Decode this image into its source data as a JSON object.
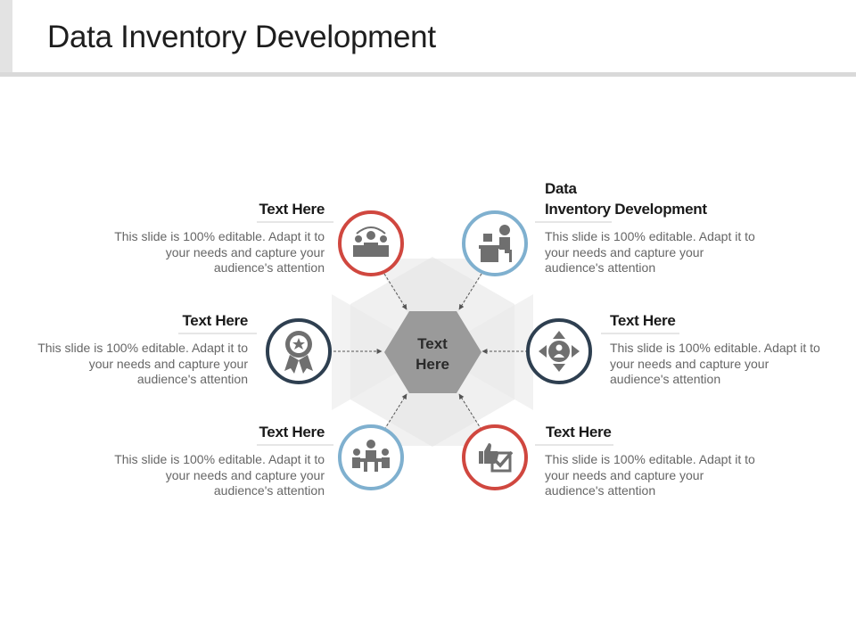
{
  "page": {
    "title": "Data Inventory Development"
  },
  "hub": {
    "label_line1": "Text",
    "label_line2": "Here"
  },
  "colors": {
    "red": "#d0473f",
    "blue": "#7fb0cf",
    "navy": "#2e3f50",
    "icon": "#6f6f6f",
    "hub_fill": "#9a9a9a"
  },
  "nodes": [
    {
      "id": "top-left",
      "title": "Text Here",
      "desc": "This slide is 100% editable. Adapt it to your needs and capture your audience's attention",
      "ring": "red",
      "icon": "team-icon"
    },
    {
      "id": "top-right",
      "title_line1": "Data",
      "title_line2": "Inventory Development",
      "desc": "This slide is 100% editable. Adapt it to your needs and capture your audience's attention",
      "ring": "blue",
      "icon": "desk-worker-icon"
    },
    {
      "id": "mid-left",
      "title": "Text Here",
      "desc": "This slide is 100% editable. Adapt it to your needs and capture your audience's attention",
      "ring": "navy",
      "icon": "award-ribbon-icon"
    },
    {
      "id": "mid-right",
      "title": "Text Here",
      "desc": "This slide is 100% editable. Adapt it to your needs and capture your audience's attention",
      "ring": "navy",
      "icon": "directions-person-icon"
    },
    {
      "id": "bottom-left",
      "title": "Text Here",
      "desc": "This slide is 100% editable. Adapt it to your needs and capture your audience's attention",
      "ring": "blue",
      "icon": "meeting-icon"
    },
    {
      "id": "bottom-right",
      "title": "Text Here",
      "desc": "This slide is 100% editable. Adapt it to your needs and capture your audience's attention",
      "ring": "red",
      "icon": "thumbs-up-check-icon"
    }
  ]
}
